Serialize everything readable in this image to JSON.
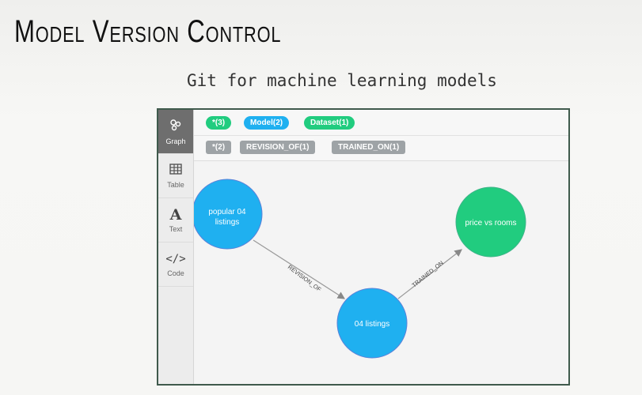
{
  "slide": {
    "title": "Model Version Control",
    "subtitle": "Git for machine learning models"
  },
  "sidebar": {
    "items": [
      {
        "label": "Graph",
        "icon": "graph-icon",
        "active": true
      },
      {
        "label": "Table",
        "icon": "table-icon",
        "active": false
      },
      {
        "label": "Text",
        "icon": "text-icon",
        "active": false
      },
      {
        "label": "Code",
        "icon": "code-icon",
        "active": false
      }
    ]
  },
  "legend": {
    "node_labels": [
      {
        "label": "*(3)",
        "color": "#21cc7f"
      },
      {
        "label": "Model(2)",
        "color": "#1fb0f0"
      },
      {
        "label": "Dataset(1)",
        "color": "#21cc7f"
      }
    ],
    "relationship_types": [
      {
        "label": "*(2)"
      },
      {
        "label": "REVISION_OF(1)"
      },
      {
        "label": "TRAINED_ON(1)"
      }
    ]
  },
  "graph": {
    "nodes": [
      {
        "id": "n1",
        "label_lines": [
          "popular 04",
          "listings"
        ],
        "type": "Model",
        "color": "#1fb0f0"
      },
      {
        "id": "n2",
        "label_lines": [
          "04 listings"
        ],
        "type": "Model",
        "color": "#1fb0f0"
      },
      {
        "id": "n3",
        "label_lines": [
          "price vs rooms"
        ],
        "type": "Dataset",
        "color": "#21cc7f"
      }
    ],
    "edges": [
      {
        "from": "n1",
        "to": "n2",
        "label": "REVISION_OF"
      },
      {
        "from": "n2",
        "to": "n3",
        "label": "TRAINED_ON"
      }
    ]
  }
}
